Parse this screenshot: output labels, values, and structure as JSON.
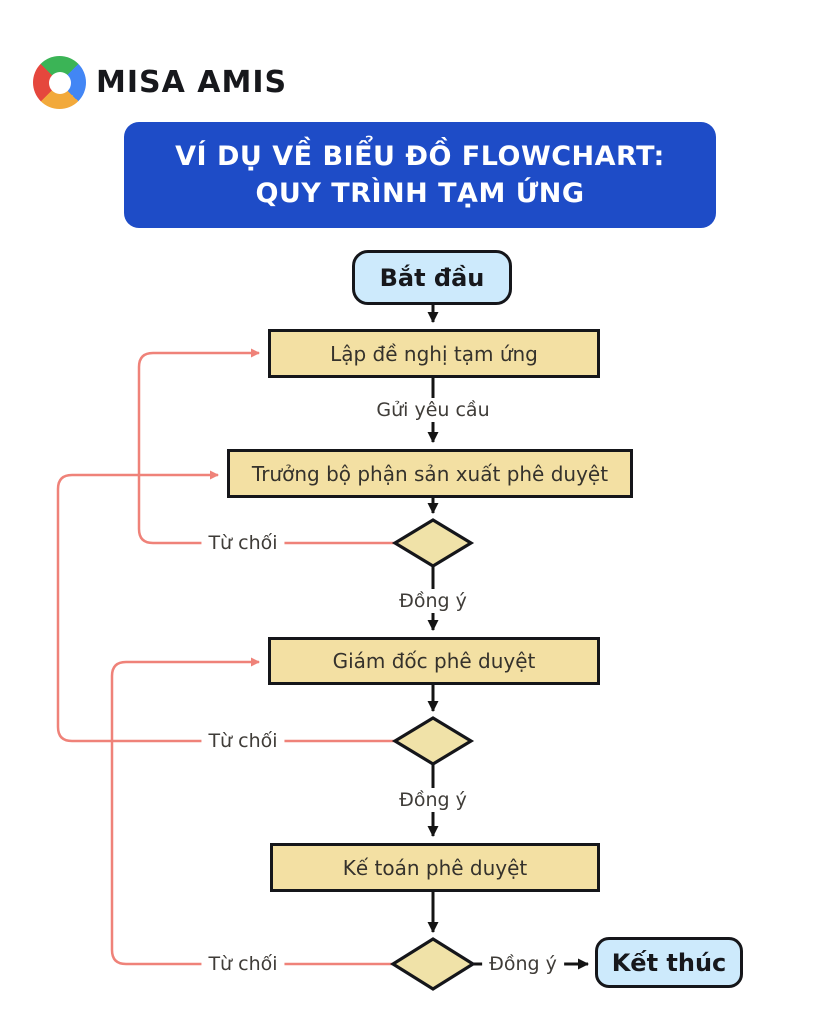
{
  "logo": {
    "brand": "MISA AMIS",
    "icon": "misa-swirl-icon"
  },
  "header": {
    "title_line1": "VÍ DỤ VỀ BIỂU ĐỒ FLOWCHART:",
    "title_line2": "QUY TRÌNH TẠM ỨNG",
    "bg_color": "#1e4cc7",
    "text_color": "#ffffff"
  },
  "flowchart": {
    "start": {
      "label": "Bắt đầu"
    },
    "end": {
      "label": "Kết thúc"
    },
    "steps": [
      {
        "label": "Lập đề nghị tạm ứng"
      },
      {
        "label": "Trưởng bộ phận sản xuất phê duyệt"
      },
      {
        "label": "Giám đốc phê duyệt"
      },
      {
        "label": "Kế toán phê duyệt"
      }
    ],
    "decisions": 3,
    "edge_labels": {
      "send_request": "Gửi yêu cầu",
      "agree": "Đồng ý",
      "reject": "Từ chối"
    },
    "colors": {
      "process_fill": "#f3e0a3",
      "terminal_fill": "#cdeafc",
      "decision_fill": "#f0e2a8",
      "flow_line": "#141414",
      "reject_line": "#ef8279"
    }
  }
}
